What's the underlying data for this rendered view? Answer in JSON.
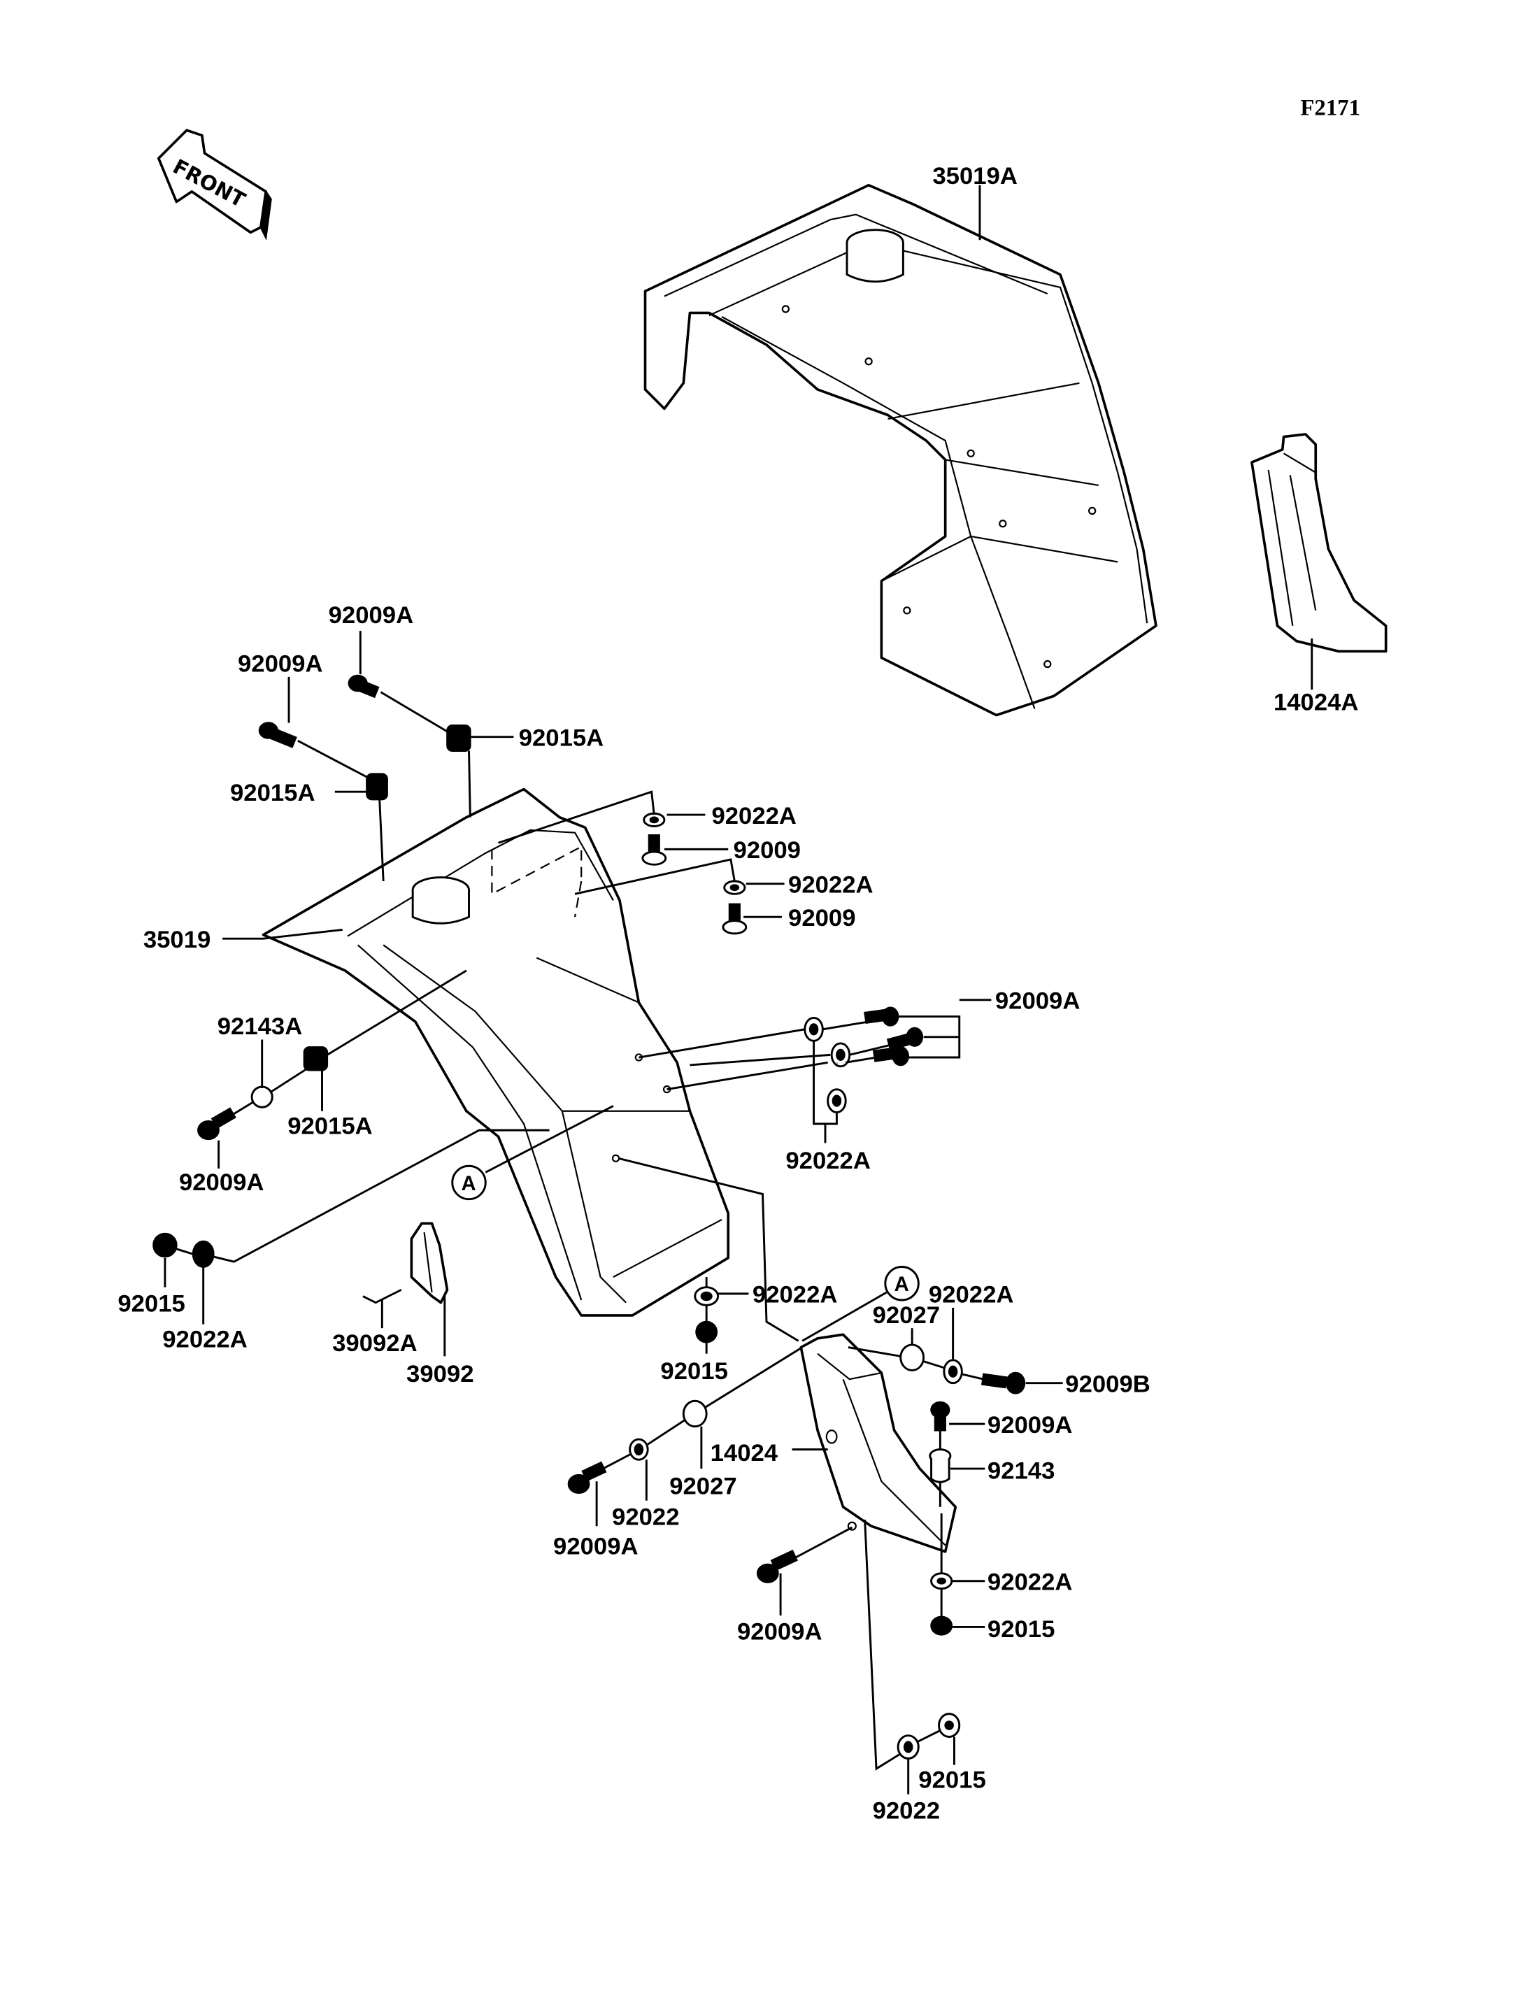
{
  "figure": {
    "id": "F2171",
    "direction_indicator": "FRONT",
    "reference_marker": "A"
  },
  "parts": {
    "rear_fender_a": "35019A",
    "rear_fender": "35019",
    "fender_cover_a": "14024A",
    "fender_cover": "14024",
    "bolt_a_top1": "92009A",
    "bolt_a_top2": "92009A",
    "nut_a_top1": "92015A",
    "nut_a_top2": "92015A",
    "washer_a_1": "92022A",
    "screw_1": "92009",
    "washer_a_2": "92022A",
    "screw_2": "92009",
    "bolt_a_group": "92009A",
    "washer_a_group": "92022A",
    "collar_a": "92143A",
    "nut_a_left": "92015A",
    "bolt_a_left": "92009A",
    "nut_left": "92015",
    "washer_a_left": "92022A",
    "clip_a": "39092A",
    "clip": "39092",
    "washer_a_mid": "92022A",
    "nut_mid": "92015",
    "washer_a_right": "92022A",
    "collar_right": "92027",
    "bolt_b": "92009B",
    "bolt_a_right": "92009A",
    "collar_92143": "92143",
    "collar_left": "92027",
    "washer_left": "92022",
    "bolt_a_lower_left": "92009A",
    "bolt_a_lower": "92009A",
    "washer_a_lower": "92022A",
    "nut_lower": "92015",
    "nut_bottom": "92015",
    "washer_bottom": "92022"
  }
}
